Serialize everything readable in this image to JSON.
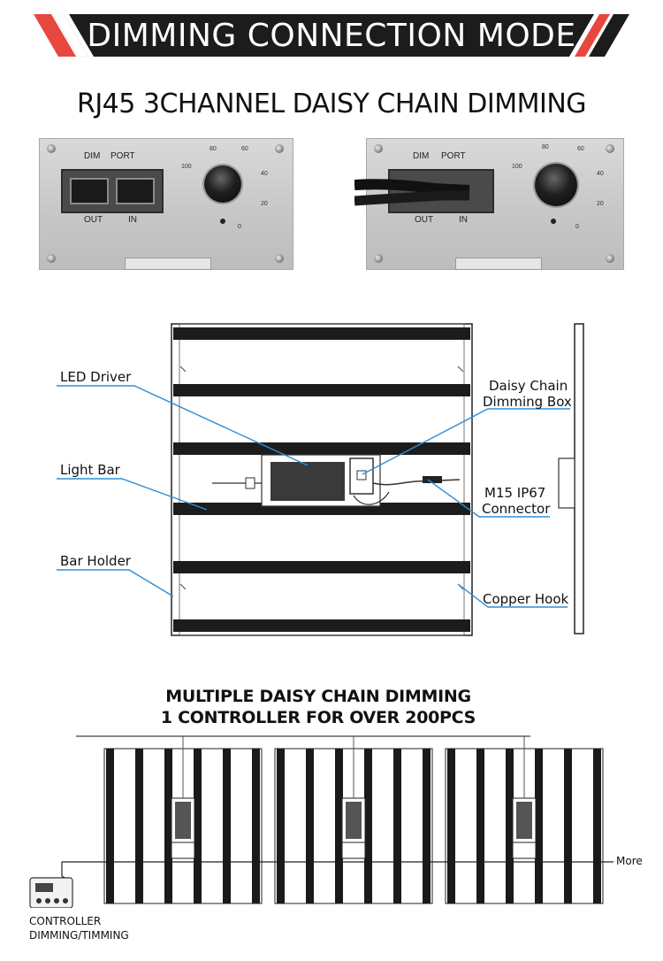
{
  "header": {
    "title": "DIMMING CONNECTION MODE",
    "accent_color": "#e8473f",
    "bar_color": "#1c1c1c"
  },
  "section1": {
    "title": "RJ45 3CHANNEL DAISY CHAIN DIMMING",
    "panel_left": {
      "dim_label": "DIM",
      "port_label": "PORT",
      "out_label": "OUT",
      "in_label": "IN"
    },
    "panel_right": {
      "dim_label": "DIM",
      "port_label": "PORT",
      "out_label": "OUT",
      "in_label": "IN"
    },
    "dial_numbers": [
      "80",
      "60",
      "100",
      "40",
      "20",
      "0"
    ]
  },
  "diagram": {
    "labels": {
      "led_driver": "LED Driver",
      "light_bar": "Light Bar",
      "bar_holder": "Bar Holder",
      "daisy_chain_line1": "Daisy Chain",
      "daisy_chain_line2": "Dimming Box",
      "connector_line1": "M15 IP67",
      "connector_line2": "Connector",
      "copper_hook": "Copper Hook"
    },
    "callout_color": "#2f8fd8"
  },
  "section2": {
    "title_line1": "MULTIPLE DAISY CHAIN DIMMING",
    "title_line2": "1 CONTROLLER FOR OVER 200PCS",
    "more_label": "More",
    "controller_line1": "CONTROLLER",
    "controller_line2": "DIMMING/TIMMING"
  }
}
